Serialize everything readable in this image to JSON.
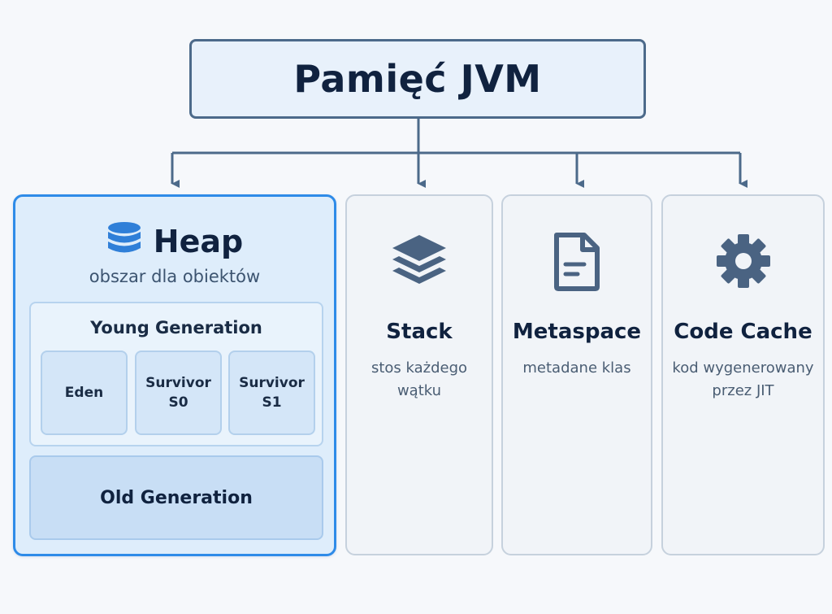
{
  "root": {
    "title": "Pamięć JVM"
  },
  "heap": {
    "title": "Heap",
    "subtitle": "obszar dla obiektów",
    "icon": "database-icon",
    "young": {
      "title": "Young Generation",
      "regions": [
        {
          "line1": "Eden",
          "line2": ""
        },
        {
          "line1": "Survivor",
          "line2": "S0"
        },
        {
          "line1": "Survivor",
          "line2": "S1"
        }
      ]
    },
    "old": {
      "title": "Old Generation"
    }
  },
  "stack": {
    "title": "Stack",
    "desc_line1": "stos każdego",
    "desc_line2": "wątku",
    "icon": "layers-icon"
  },
  "metaspace": {
    "title": "Metaspace",
    "desc_line1": "metadane klas",
    "desc_line2": "",
    "icon": "document-icon"
  },
  "code_cache": {
    "title": "Code Cache",
    "desc_line1": "kod wygenerowany",
    "desc_line2": "przez JIT",
    "icon": "gear-icon"
  },
  "colors": {
    "accent": "#2e8be8",
    "icon": "#4a6382",
    "heap_icon": "#2f7fd8",
    "title_text": "#10223f",
    "connector": "#4c6a8a"
  }
}
